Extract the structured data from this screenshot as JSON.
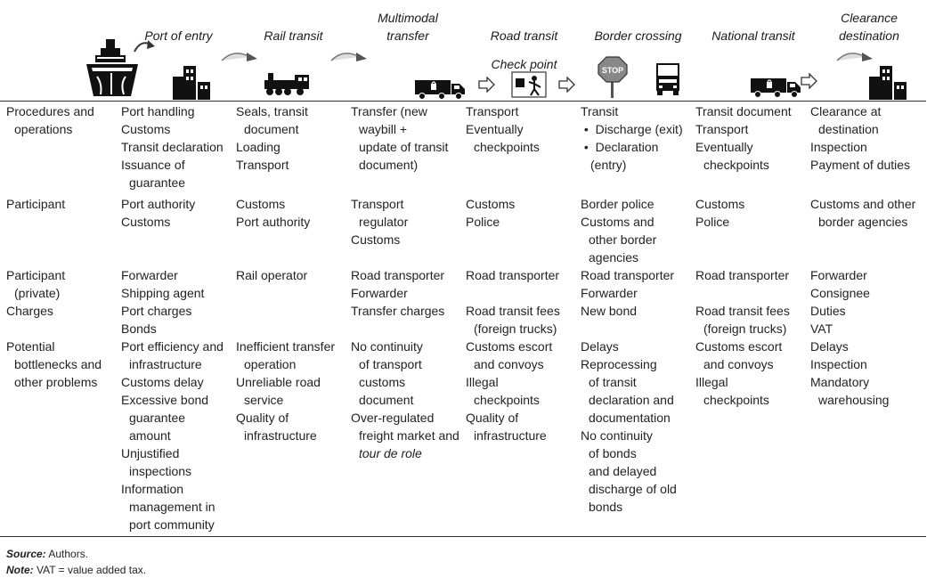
{
  "stages": {
    "port_of_entry": "Port of entry",
    "rail_transit": "Rail transit",
    "multimodal_l1": "Multimodal",
    "multimodal_l2": "transfer",
    "road_transit": "Road transit",
    "check_point": "Check point",
    "border_crossing": "Border crossing",
    "national_transit": "National transit",
    "clearance_l1": "Clearance",
    "clearance_l2": "destination"
  },
  "stop_sign_text": "STOP",
  "rows": {
    "procedures": {
      "label": [
        "Procedures and",
        "operations"
      ],
      "c1": [
        "Port handling",
        "Customs",
        "Transit declaration",
        "Issuance of",
        "guarantee"
      ],
      "c2": [
        "Seals, transit",
        "document",
        "Loading",
        "Transport"
      ],
      "c3": [
        "Transfer (new",
        "waybill +",
        "update of transit",
        "document)"
      ],
      "c4": [
        "Transport",
        "Eventually",
        "checkpoints"
      ],
      "c5": [
        "Transit",
        "Discharge (exit)",
        "Declaration",
        "(entry)"
      ],
      "c6": [
        "Transit document",
        "Transport",
        "Eventually",
        "checkpoints"
      ],
      "c7": [
        "Clearance at",
        "destination",
        "Inspection",
        "Payment of duties"
      ]
    },
    "participant": {
      "label": [
        "Participant"
      ],
      "c1": [
        "Port authority",
        "Customs"
      ],
      "c2": [
        "Customs",
        "Port authority"
      ],
      "c3": [
        "Transport",
        "regulator",
        "Customs"
      ],
      "c4": [
        "Customs",
        "Police"
      ],
      "c5": [
        "Border police",
        "Customs and",
        "other border",
        "agencies"
      ],
      "c6": [
        "Customs",
        "Police"
      ],
      "c7": [
        "Customs and other",
        "border agencies"
      ]
    },
    "private": {
      "label": [
        "Participant",
        "(private)"
      ],
      "c1": [
        "Forwarder",
        "Shipping agent"
      ],
      "c2": [
        "Rail operator"
      ],
      "c3": [
        "Road transporter",
        "Forwarder"
      ],
      "c4": [
        "Road transporter"
      ],
      "c5": [
        "Road transporter",
        "Forwarder"
      ],
      "c6": [
        "Road transporter"
      ],
      "c7": [
        "Forwarder",
        "Consignee"
      ]
    },
    "charges": {
      "label": [
        "Charges"
      ],
      "c1": [
        "Port charges",
        "Bonds"
      ],
      "c2": [],
      "c3": [
        "Transfer charges"
      ],
      "c4": [
        "Road transit fees",
        "(foreign trucks)"
      ],
      "c5": [
        "New bond"
      ],
      "c6": [
        "Road transit fees",
        "(foreign trucks)"
      ],
      "c7": [
        "Duties",
        "VAT"
      ]
    },
    "bottlenecks": {
      "label": [
        "Potential",
        "bottlenecks and",
        "other problems"
      ],
      "c1": [
        "Port efficiency and",
        "infrastructure",
        "Customs delay",
        "Excessive bond",
        "guarantee",
        "amount",
        "Unjustified",
        "inspections",
        "Information",
        "management in",
        "port community"
      ],
      "c2": [
        "Inefficient transfer",
        "operation",
        "Unreliable road",
        "service",
        "Quality of",
        "infrastructure"
      ],
      "c3": [
        "No continuity",
        "of transport",
        "customs",
        "document",
        "Over-regulated",
        "freight market and",
        "tour de role"
      ],
      "c4": [
        "Customs escort",
        "and convoys",
        "Illegal",
        "checkpoints",
        "Quality of",
        "infrastructure"
      ],
      "c5": [
        "Delays",
        "Reprocessing",
        "of transit",
        "declaration and",
        "documentation",
        "No continuity",
        "of bonds",
        "and delayed",
        "discharge of old",
        "bonds"
      ],
      "c6": [
        "Customs escort",
        "and convoys",
        "Illegal",
        "checkpoints"
      ],
      "c7": [
        "Delays",
        "Inspection",
        "Mandatory",
        "warehousing"
      ]
    }
  },
  "footnotes": {
    "source_label": "Source:",
    "source_text": " Authors.",
    "note_label": "Note:",
    "note_text": " VAT = value added tax."
  }
}
